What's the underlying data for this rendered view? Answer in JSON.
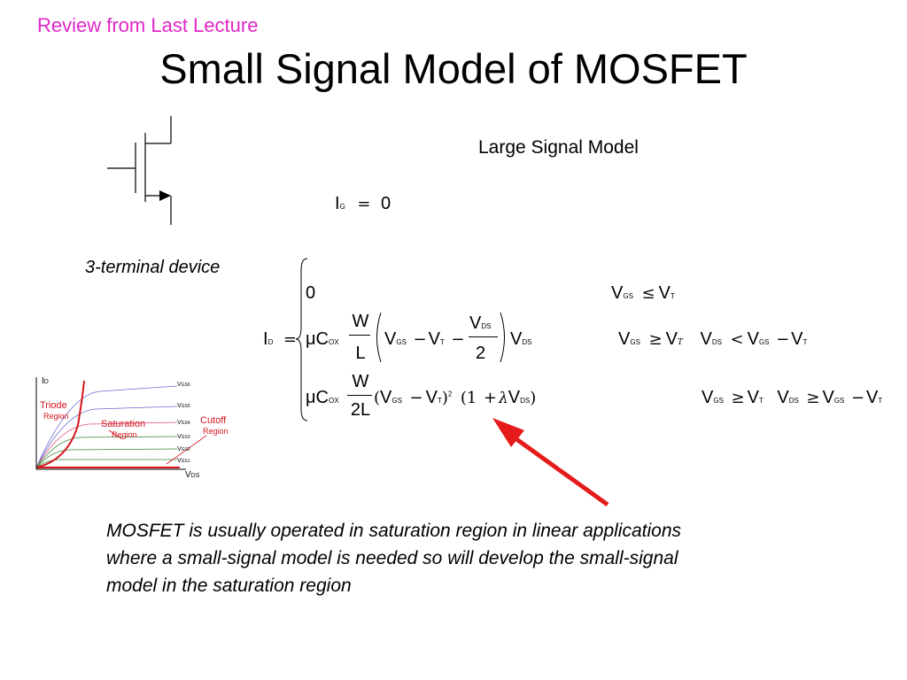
{
  "slide": {
    "review_label": "Review from Last Lecture",
    "title": "Small Signal Model of MOSFET",
    "large_signal_label": "Large Signal Model",
    "terminal_label": "3-terminal device",
    "caption_lines": [
      "MOSFET is usually operated in saturation region in linear applications",
      "where a small-signal model is needed so will develop the small-signal",
      "model in the saturation region"
    ],
    "arrow_color": "#e51a1a",
    "accent_color": "#e026c8"
  },
  "equations": {
    "ig": {
      "var": "I",
      "sub": "G",
      "op": "=",
      "val": "0"
    },
    "id": {
      "var": "I",
      "sub": "D",
      "op": "=",
      "case1": {
        "expr": "0",
        "cond": {
          "a": "V",
          "a_sub": "GS",
          "op": "≤",
          "b": "V",
          "b_sub": "T"
        }
      },
      "case2": {
        "mu": "μC",
        "mu_sub": "OX",
        "num": "W",
        "den": "L",
        "v1": "V",
        "v1_sub": "GS",
        "minus1": "−",
        "v2": "V",
        "v2_sub": "T",
        "minus2": "−",
        "frac_num": "V",
        "frac_num_sub": "DS",
        "frac_den": "2",
        "v3": "V",
        "v3_sub": "DS",
        "cond_a": "V",
        "cond_a_sub": "GS",
        "cond_op1": "≥",
        "cond_b": "V",
        "cond_b_sub": "T",
        "cond_c": "V",
        "cond_c_sub": "DS",
        "cond_op2": "<",
        "cond_d": "V",
        "cond_d_sub": "GS",
        "cond_minus": "−",
        "cond_e": "V",
        "cond_e_sub": "T"
      },
      "case3": {
        "mu": "μC",
        "mu_sub": "OX",
        "num": "W",
        "den": "2L",
        "v1": "V",
        "v1_sub": "GS",
        "minus": "−",
        "v2": "V",
        "v2_sub": "T",
        "exp": "2",
        "one": "1",
        "plus": "+",
        "lambda": "λ",
        "v3": "V",
        "v3_sub": "DS",
        "cond_a": "V",
        "cond_a_sub": "GS",
        "cond_op1": "≥",
        "cond_b": "V",
        "cond_b_sub": "T",
        "cond_c": "V",
        "cond_c_sub": "DS",
        "cond_op2": "≥",
        "cond_d": "V",
        "cond_d_sub": "GS",
        "cond_minus": "−",
        "cond_e": "V",
        "cond_e_sub": "T"
      }
    }
  },
  "iv_plot": {
    "y_label": "I",
    "y_label_sub": "D",
    "x_label": "V",
    "x_label_sub": "DS",
    "curve_labels": [
      {
        "v": "V",
        "sub": "GS6"
      },
      {
        "v": "V",
        "sub": "GS5"
      },
      {
        "v": "V",
        "sub": "GS4"
      },
      {
        "v": "V",
        "sub": "GS3"
      },
      {
        "v": "V",
        "sub": "GS2"
      },
      {
        "v": "V",
        "sub": "GS1"
      }
    ],
    "triode": "Triode",
    "triode_region": "Region",
    "saturation": "Saturation",
    "saturation_region": "Region",
    "cutoff": "Cutoff",
    "cutoff_region": "Region",
    "region_color": "#d4151d"
  }
}
